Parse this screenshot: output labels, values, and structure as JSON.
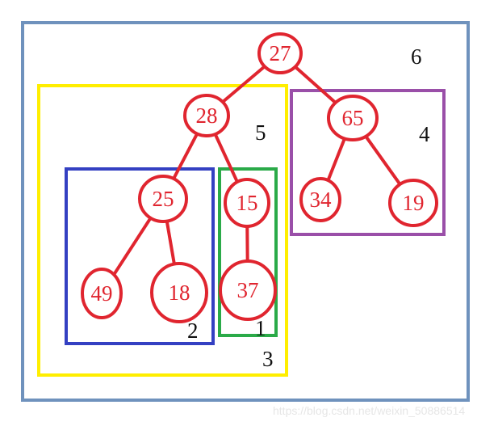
{
  "colors": {
    "tree": "#e0252f",
    "text": "#111111",
    "box_outer": "#6f92bd",
    "box_yellow": "#ffee00",
    "box_purple": "#9a4fa8",
    "box_blue": "#3440c2",
    "box_green": "#2aaa48",
    "watermark": "#e6e6e6"
  },
  "nodes": {
    "n27": "27",
    "n28": "28",
    "n65": "65",
    "n25": "25",
    "n15": "15",
    "n34": "34",
    "n19": "19",
    "n49": "49",
    "n18": "18",
    "n37": "37"
  },
  "edges": [
    [
      "n27",
      "n28"
    ],
    [
      "n27",
      "n65"
    ],
    [
      "n28",
      "n25"
    ],
    [
      "n28",
      "n15"
    ],
    [
      "n65",
      "n34"
    ],
    [
      "n65",
      "n19"
    ],
    [
      "n25",
      "n49"
    ],
    [
      "n25",
      "n18"
    ],
    [
      "n15",
      "n37"
    ]
  ],
  "box_labels": {
    "outer": "6",
    "yellow": "5",
    "purple": "4",
    "blue": "2",
    "green": "1",
    "yellow_bottom": "3"
  },
  "watermark": "https://blog.csdn.net/weixin_50886514"
}
